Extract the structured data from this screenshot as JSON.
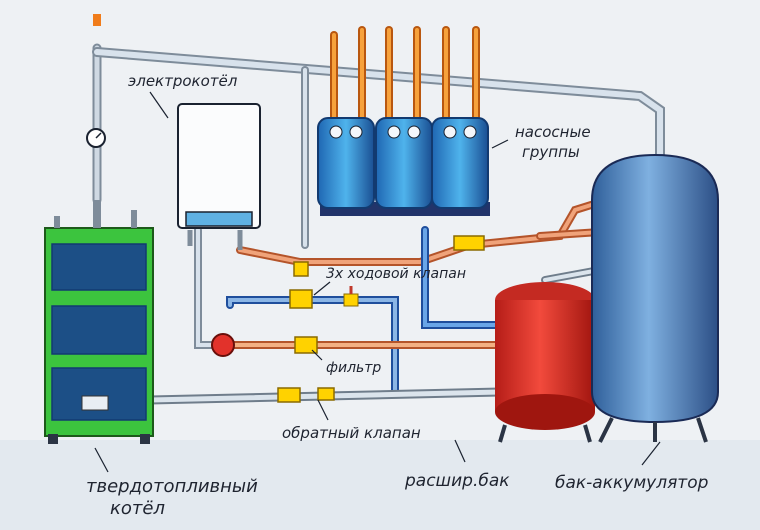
{
  "labels": {
    "electric_boiler": "электрокотёл",
    "pump_groups_line1": "насосные",
    "pump_groups_line2": "группы",
    "three_way_valve": "3х ходовой клапан",
    "filter": "фильтр",
    "check_valve": "обратный клапан",
    "solid_fuel_boiler_line1": "твердотопливный",
    "solid_fuel_boiler_line2": "котёл",
    "expansion_tank": "расшир.бак",
    "accumulator_tank": "бак-аккумулятор"
  },
  "colors": {
    "background": "#eef1f4",
    "boiler_green": "#37c33a",
    "tank_blue": "#5b8fc6",
    "expansion_red": "#e2322b",
    "pipe_gray": "#b9c6d2",
    "hot_pipe": "#e07a3c",
    "cold_pipe": "#3d7ed6",
    "riser_orange": "#f07c1a",
    "valve_yellow": "#ffd200"
  },
  "icons": [
    "pressure-gauge-icon",
    "valve-icon",
    "pump-icon",
    "filter-icon",
    "check-valve-icon"
  ]
}
